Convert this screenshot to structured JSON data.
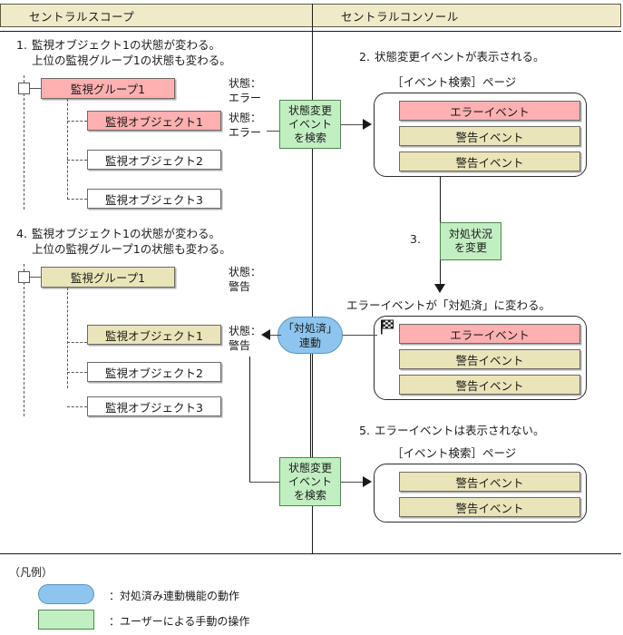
{
  "header": {
    "left_title": "セントラルスコープ",
    "right_title": "セントラルコンソール"
  },
  "steps": {
    "s1": {
      "num": "1.",
      "line1": "監視オブジェクト1の状態が変わる。",
      "line2": "上位の監視グループ1の状態も変わる。"
    },
    "s2": {
      "num": "2.",
      "line1": "状態変更イベントが表示される。"
    },
    "s3": {
      "num": "3."
    },
    "s4": {
      "num": "4.",
      "line1": "監視オブジェクト1の状態が変わる。",
      "line2": "上位の監視グループ1の状態も変わる。"
    },
    "s5": {
      "num": "5.",
      "line1": "エラーイベントは表示されない。"
    }
  },
  "tree_top": {
    "group": "監視グループ1",
    "objects": [
      "監視オブジェクト1",
      "監視オブジェクト2",
      "監視オブジェクト3"
    ],
    "group_status": {
      "label": "状態：",
      "value": "エラー"
    },
    "object_status": {
      "label": "状態：",
      "value": "エラー"
    }
  },
  "tree_bottom": {
    "group": "監視グループ1",
    "objects": [
      "監視オブジェクト1",
      "監視オブジェクト2",
      "監視オブジェクト3"
    ],
    "group_status": {
      "label": "状態：",
      "value": "警告"
    },
    "object_status": {
      "label": "状態：",
      "value": "警告"
    }
  },
  "actions": {
    "search1": {
      "l1": "状態変更",
      "l2": "イベント",
      "l3": "を検索"
    },
    "change_status": {
      "l1": "対処状況",
      "l2": "を変更"
    },
    "link_done": {
      "l1": "「対処済」",
      "l2": "連動"
    },
    "search2": {
      "l1": "状態変更",
      "l2": "イベント",
      "l3": "を検索"
    }
  },
  "panels": {
    "p1": {
      "page_label": "［イベント検索］ページ",
      "events": [
        {
          "text": "エラーイベント",
          "kind": "err"
        },
        {
          "text": "警告イベント",
          "kind": "warn"
        },
        {
          "text": "警告イベント",
          "kind": "warn"
        }
      ]
    },
    "p2": {
      "caption": "エラーイベントが「対処済」に変わる。",
      "flag_icon": "checkered-flag-icon",
      "events": [
        {
          "text": "エラーイベント",
          "kind": "err"
        },
        {
          "text": "警告イベント",
          "kind": "warn"
        },
        {
          "text": "警告イベント",
          "kind": "warn"
        }
      ]
    },
    "p3": {
      "page_label": "［イベント検索］ページ",
      "events": [
        {
          "text": "警告イベント",
          "kind": "warn"
        },
        {
          "text": "警告イベント",
          "kind": "warn"
        }
      ]
    }
  },
  "legend": {
    "title": "（凡例）",
    "items": [
      {
        "shape": "rounded-blue",
        "text": "：対処済み連動機能の動作"
      },
      {
        "shape": "rect-green",
        "text": "：ユーザーによる手動の操作"
      }
    ]
  },
  "colors": {
    "header_bg": "#EFEBC8",
    "error": "#FFB0B0",
    "warning": "#EAE5B8",
    "action_green": "#C2EFC2",
    "action_blue": "#8EC5EE"
  }
}
